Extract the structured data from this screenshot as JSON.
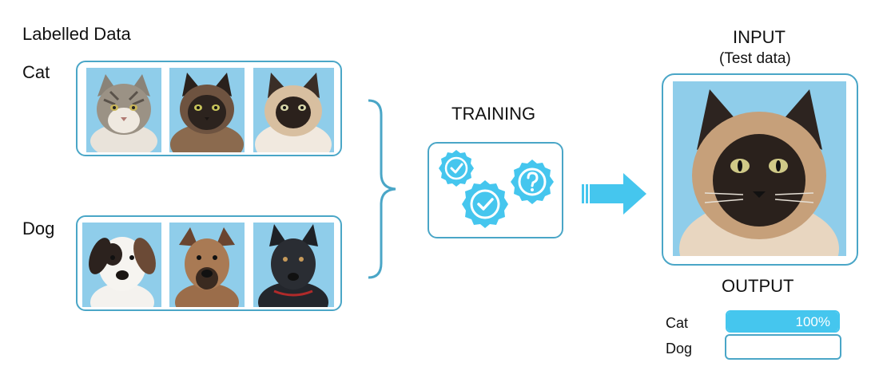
{
  "labelled_data_title": "Labelled Data",
  "cat_label": "Cat",
  "dog_label": "Dog",
  "training_label": "TRAINING",
  "input_label": "INPUT",
  "input_sublabel": "(Test data)",
  "output_label": "OUTPUT",
  "results": [
    {
      "label": "Cat",
      "percent": 100,
      "percent_text": "100%"
    },
    {
      "label": "Dog",
      "percent": 0,
      "percent_text": ""
    }
  ],
  "colors": {
    "frame": "#4aa6c7",
    "accent": "#45c6ee",
    "photo_bg": "#88cdee",
    "arrow": "#45c6ee"
  },
  "icons": [
    "check-badge-icon",
    "check-badge-icon",
    "question-badge-icon",
    "arrow-right-icon",
    "brace-icon"
  ]
}
